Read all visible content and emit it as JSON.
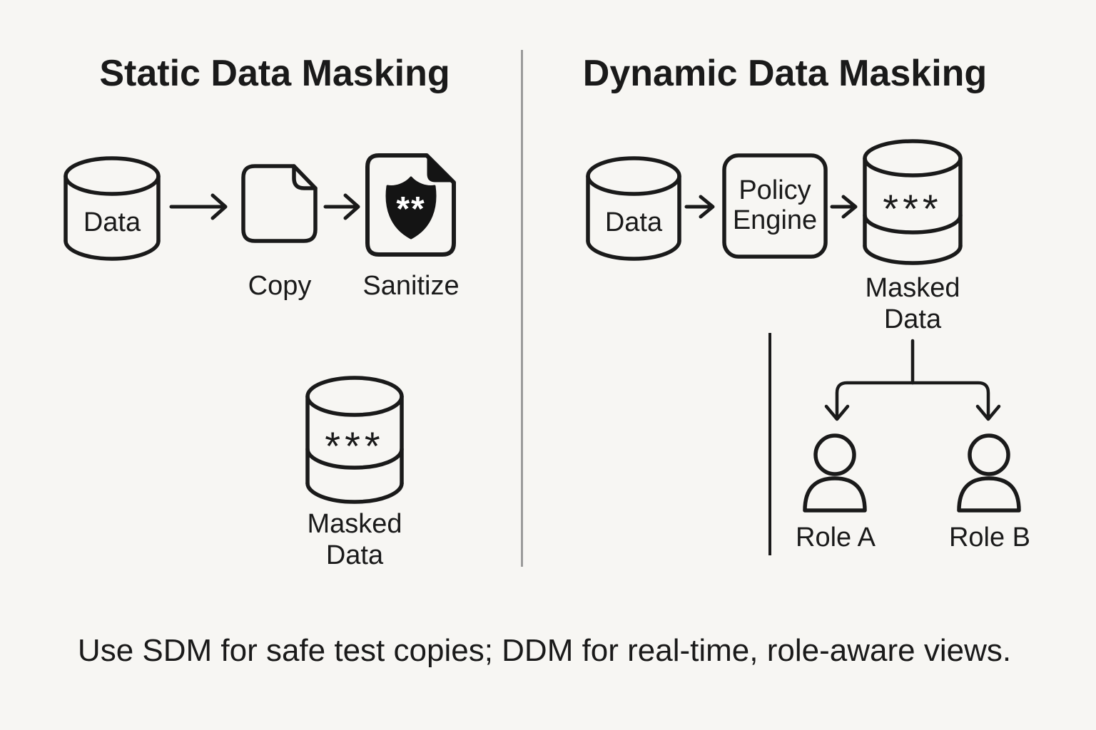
{
  "diagram": {
    "left": {
      "title": "Static Data Masking",
      "source_label": "Data",
      "copy_label": "Copy",
      "sanitize_label": "Sanitize",
      "shield_mask": "**",
      "masked_mask": "***",
      "masked_label_lines": [
        "Masked",
        "Data"
      ]
    },
    "right": {
      "title": "Dynamic Data Masking",
      "source_label": "Data",
      "policy_engine_lines": [
        "Policy",
        "Engine"
      ],
      "masked_mask": "***",
      "masked_label_lines": [
        "Masked",
        "Data"
      ],
      "role_a_label": "Role A",
      "role_b_label": "Role B"
    },
    "caption": "Use SDM for safe test copies; DDM for real-time, role-aware views."
  },
  "icons": {
    "database-icon": "⛁",
    "document-icon": "🗎",
    "document-shield-icon": "🛡",
    "shield-icon": "🛡",
    "user-icon": "👤",
    "arrow-right-icon": "→",
    "arrow-down-icon": "↓"
  },
  "colors": {
    "background": "#f7f6f3",
    "ink": "#1a1a1a",
    "divider": "#9b9b9b",
    "shield_fill": "#141414",
    "shield_text": "#ffffff"
  }
}
